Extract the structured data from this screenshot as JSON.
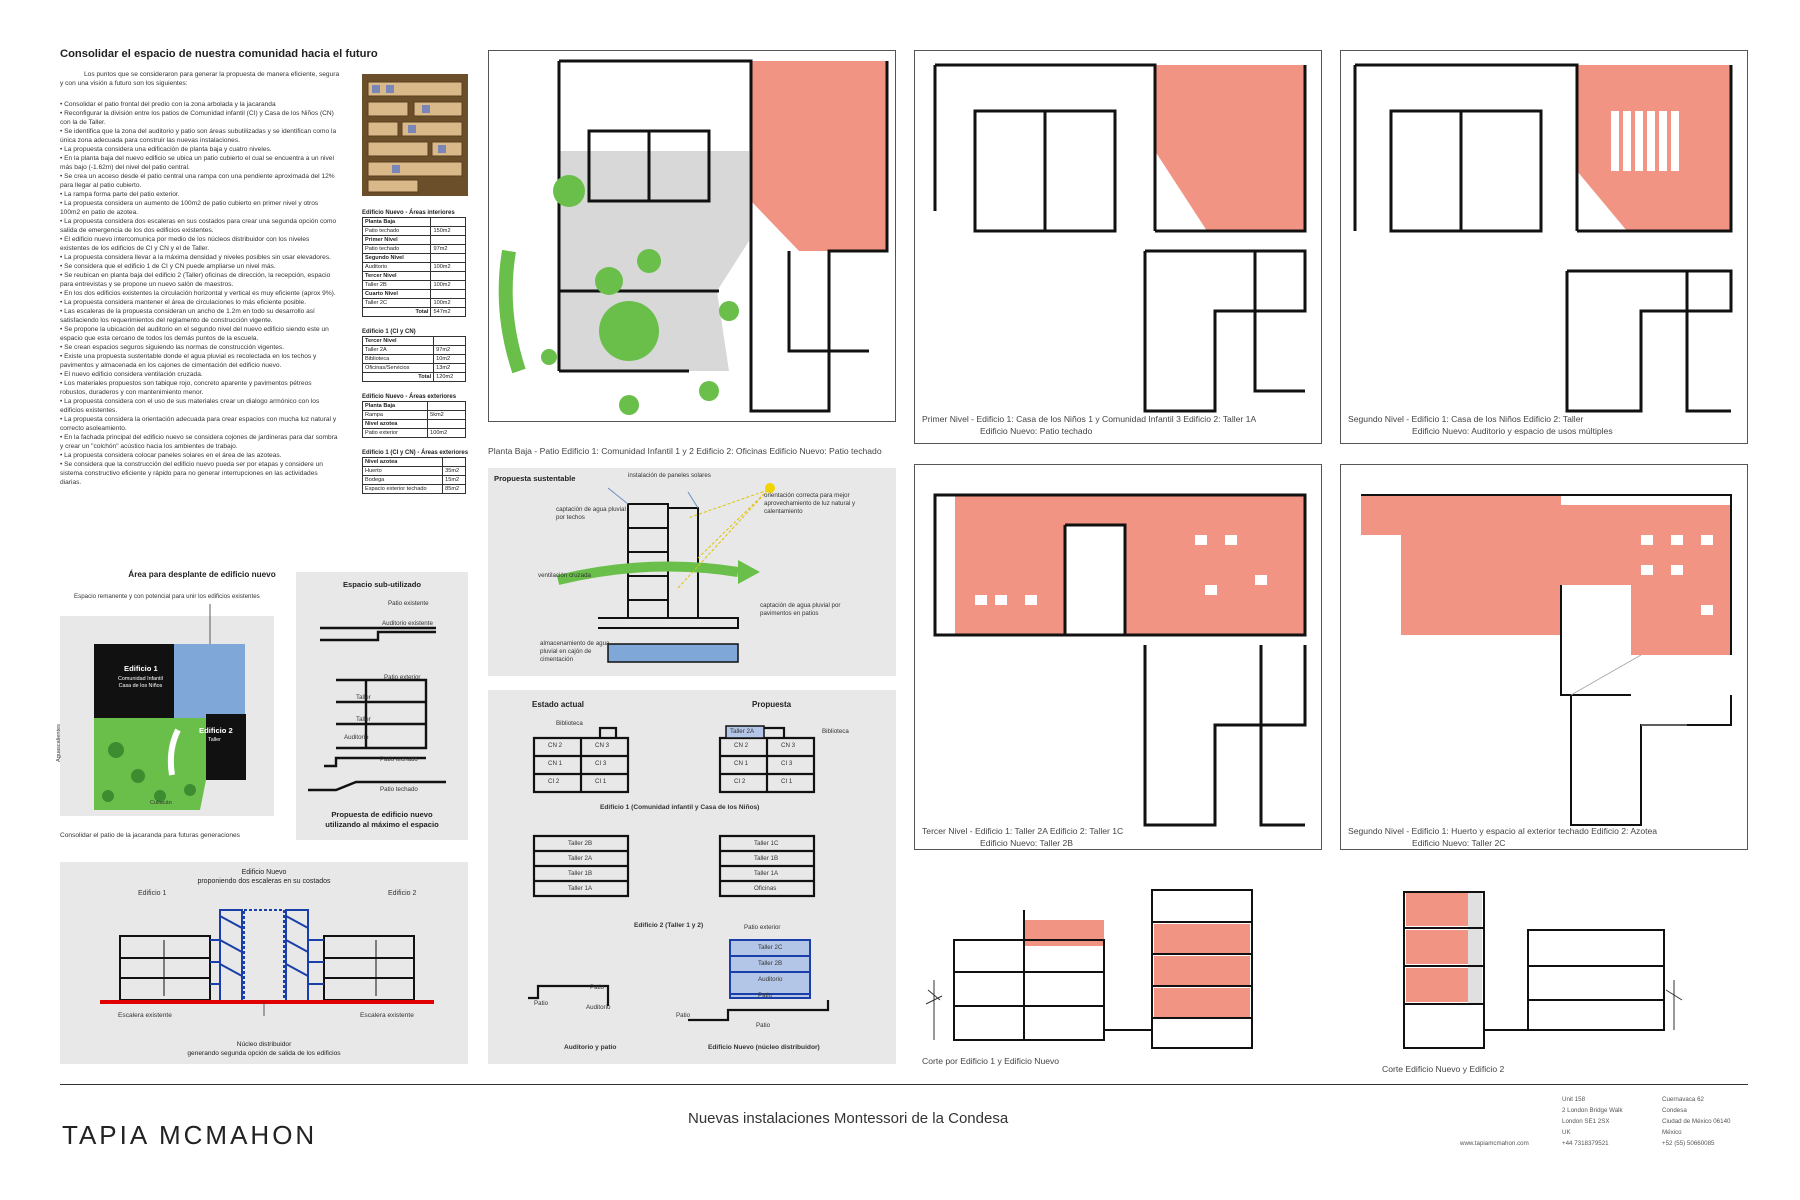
{
  "intro": {
    "title": "Consolidar el espacio de nuestra comunidad hacia el futuro",
    "lead": "Los puntos que se consideraron para generar la propuesta de manera eficiente, segura y con una visión a futuro son los siguientes:",
    "bullets": [
      "• Consolidar el patio frontal del predio con la zona arbolada y la jacaranda",
      "• Reconfigurar la división entre los patios de Comunidad infantil (CI) y Casa de los Niños (CN) con la de Taller.",
      "• Se identifica que la zona del auditorio y patio son áreas subutilizadas y se identifican como la única zona adecuada para construir las nuevas instalaciones.",
      "• La propuesta considera una edificación de planta baja y cuatro niveles.",
      "• En la planta baja del nuevo edificio se ubica un patio cubierto el cual se encuentra a un nivel más bajo (-1.62m) del nivel del patio central.",
      "• Se crea un acceso desde el patio central una rampa con una pendiente aproximada del 12% para llegar al patio cubierto.",
      "• La rampa forma parte del patio exterior.",
      "• La propuesta considera un aumento de 100m2 de patio cubierto en primer nivel y otros 100m2 en patio de azotea.",
      "• La propuesta considera dos escaleras en sus costados para crear una segunda opción como salida de emergencia de los dos edificios existentes.",
      "• El edificio nuevo intercomunica por medio de los núcleos distribuidor con los niveles existentes de los edificios de CI y CN y el de Taller.",
      "• La propuesta considera llevar a la máxima densidad y niveles posibles sin usar elevadores.",
      "• Se considera que el edificio 1 de CI y CN puede ampliarse un nivel más.",
      "• Se reubican en planta baja del edificio 2 (Taller) oficinas de dirección, la recepción, espacio para entrevistas y se propone un nuevo salón de maestros.",
      "• En los dos edificios existentes la circulación horizontal y vertical es muy eficiente (aprox 9%).",
      "• La propuesta considera mantener el área de circulaciones lo más eficiente posible.",
      "• Las escaleras de la propuesta consideran un ancho de 1.2m en todo su desarrollo así satisfaciendo los requerimientos del reglamento de construcción vigente.",
      "• Se propone la ubicación del auditorio en el segundo nivel del nuevo edificio siendo este un espacio que esta cercano de todos los demás puntos de la escuela.",
      "• Se crean espacios seguros siguiendo las normas de construcción vigentes.",
      "• Existe una propuesta sustentable donde el agua pluvial es recolectada en los techos y pavimentos y almacenada en los cajones de cimentación del edificio nuevo.",
      "• El nuevo edificio considera ventilación cruzada.",
      "• Los materiales propuestos son tabique rojo, concreto aparente y pavimentos pétreos robustos, duraderos y con mantenimiento menor.",
      "• La propuesta considera con el uso de sus materiales crear un dialogo armónico con los edificios existentes.",
      "• La propuesta considera la orientación adecuada para crear espacios con mucha luz natural y correcto asoleamiento.",
      "• En la fachada principal del edificio nuevo se considera cojones de jardineras para dar sombra y crear un \"colchón\" acústico hacia los ambientes de trabajo.",
      "• La propuesta considera colocar paneles solares en el área de las azoteas.",
      "• Se considera que la construcción del edificio nuevo pueda ser por etapas y considere un sistema constructivo eficiente y rápido para no generar interrupciones en las actividades diarias."
    ]
  },
  "tables": [
    {
      "title": "Edificio Nuevo - Áreas interiores",
      "rows": [
        [
          "Planta Baja",
          ""
        ],
        [
          "Patio techado",
          "150m2"
        ],
        [
          "Primer Nivel",
          ""
        ],
        [
          "Patio techado",
          "97m2"
        ],
        [
          "Segundo Nivel",
          ""
        ],
        [
          "Auditorio",
          "100m2"
        ],
        [
          "Tercer Nivel",
          ""
        ],
        [
          "Taller 2B",
          "100m2"
        ],
        [
          "Cuarto Nivel",
          ""
        ],
        [
          "Taller 2C",
          "100m2"
        ],
        [
          "Total",
          "547m2"
        ]
      ]
    },
    {
      "title": "Edificio 1 (CI y CN)",
      "rows": [
        [
          "Tercer Nivel",
          ""
        ],
        [
          "Taller 2A",
          "97m2"
        ],
        [
          "Biblioteca",
          "10m2"
        ],
        [
          "Oficinas/Servicios",
          "13m2"
        ],
        [
          "Total",
          "120m2"
        ]
      ]
    },
    {
      "title": "Edificio Nuevo - Áreas exteriores",
      "rows": [
        [
          "Planta Baja",
          ""
        ],
        [
          "Rampa",
          "5km2"
        ],
        [
          "Nivel azotea",
          ""
        ],
        [
          "Patio exterior",
          "100m2"
        ]
      ]
    },
    {
      "title": "Edificio 1 (CI y CN) - Áreas exteriores",
      "rows": [
        [
          "Nivel azotea",
          ""
        ],
        [
          "Huerto",
          "35m2"
        ],
        [
          "Bodega",
          "15m2"
        ],
        [
          "Espacio exterior techado",
          "85m2"
        ]
      ]
    }
  ],
  "area": {
    "title": "Área para desplante de edificio nuevo",
    "note": "Espacio remanente y con potencial para unir los edificios existentes",
    "ed1": "Edificio 1",
    "ed1_sub": "Comunidad Infantil\nCasa de los Niños",
    "ed2": "Edificio 2",
    "ed2_sub": "Taller",
    "street1": "Aguascalientes",
    "street2": "Culiacán",
    "caption": "Consolidar el patio de la jacaranda para futuras generaciones"
  },
  "subutil": {
    "title": "Espacio sub-utilizado",
    "labels": [
      "Patio existente",
      "Auditorio existente",
      "Patio exterior",
      "Taller",
      "Taller",
      "Auditorio",
      "Patio techado",
      "Patio techado"
    ],
    "caption": "Propuesta de edificio nuevo\nutilizando al máximo el espacio"
  },
  "stairs": {
    "title": "Edificio Nuevo\nproponiendo dos escaleras en su costados",
    "ed1": "Edificio 1",
    "ed2": "Edificio 2",
    "esc1": "Escalera existente",
    "esc2": "Escalera existente",
    "caption": "Núcleo distribuidor\ngenerando segunda opción de salida de los edificios"
  },
  "sustain": {
    "title": "Propuesta sustentable",
    "labels": [
      "instalación de paneles solares",
      "captación de agua pluvial por techos",
      "orientación correcta para mejor aprovechamiento de luz natural y calentamiento",
      "ventilación cruzada",
      "captación de agua pluvial por pavimentos en patios",
      "almacenamiento de agua pluvial en cajón de cimentación"
    ]
  },
  "estado": {
    "left": "Estado actual",
    "right": "Propuesta",
    "ed1_caption": "Edificio 1 (Comunidad infantil y Casa de los Niños)",
    "ed2_caption": "Edificio 2 (Taller 1 y 2)",
    "aud_caption": "Auditorio y patio",
    "new_caption": "Edificio Nuevo (núcleo distribuidor)",
    "biblioteca": "Biblioteca",
    "biblioteca2": "Biblioteca",
    "taller2a": "Taller 2A",
    "cells_l": [
      "CN 2",
      "CN 3",
      "CN 1",
      "CI 3",
      "CI 2",
      "CI 1"
    ],
    "cells_r": [
      "CN 2",
      "CN 3",
      "CN 1",
      "CI 3",
      "CI 2",
      "CI 1"
    ],
    "taller_l": [
      "Taller 2B",
      "Taller 2A",
      "Taller 1B",
      "Taller 1A"
    ],
    "taller_r": [
      "Taller 1C",
      "Taller 1B",
      "Taller 1A",
      "Oficinas"
    ],
    "new_stack": [
      "Taller 2C",
      "Taller 2B",
      "Auditorio",
      "Patio"
    ],
    "patio_ext": "Patio exterior",
    "aud_labels": [
      "Patio",
      "Patio",
      "Auditorio"
    ],
    "new_labels": [
      "Patio",
      "Patio"
    ]
  },
  "plans": {
    "pb": "Planta Baja - Patio    Edificio 1: Comunidad Infantil 1 y 2     Edificio 2: Oficinas        Edificio Nuevo: Patio techado",
    "n1": "Primer Nivel -   Edificio 1: Casa de los Niños 1 y Comunidad Infantil 3   Edificio 2: Taller 1A",
    "n1b": "Edificio Nuevo: Patio techado",
    "n2": "Segundo Nivel -   Edificio 1: Casa de los Niños     Edificio 2: Taller",
    "n2b": "Edificio Nuevo: Auditorio y espacio de usos múltiples",
    "n3": "Tercer Nivel -   Edificio 1: Taller 2A        Edificio 2: Taller 1C",
    "n3b": "Edificio Nuevo: Taller 2B",
    "n4": "Segundo Nivel -   Edificio 1: Huerto y espacio al exterior techado    Edificio 2: Azotea",
    "n4b": "Edificio Nuevo: Taller 2C"
  },
  "sections": {
    "s1": "Corte por Edificio 1 y Edificio Nuevo",
    "s2": "Corte Edificio Nuevo y Edificio 2"
  },
  "footer": {
    "brand": "TAPIA MCMAHON",
    "project": "Nuevas instalaciones Montessori de la Condesa",
    "web": "www.tapiamcmahon.com",
    "london": [
      "Unit 158",
      "2 London Bridge Walk",
      "London SE1 2SX",
      "UK",
      "+44 7318379521"
    ],
    "mexico": [
      "Cuernavaca 62",
      "Condesa",
      "Ciudad de México 06140",
      "México",
      "+52 (55) 50660085"
    ]
  },
  "colors": {
    "accent": "#f29483",
    "blue": "#7fa7d8",
    "green": "#6abf4b",
    "grey": "#e8e8e8"
  }
}
